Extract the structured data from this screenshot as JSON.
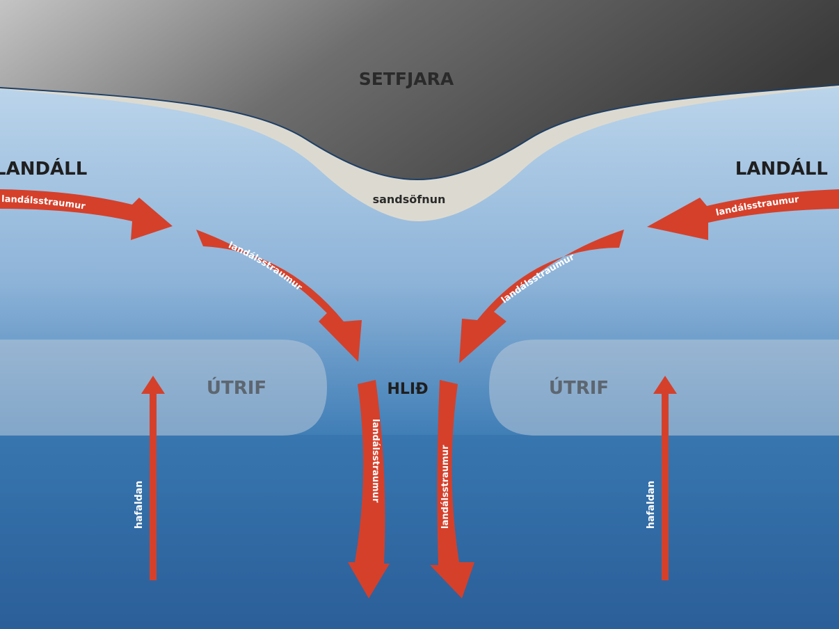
{
  "labels": {
    "beach": "SETFJARA",
    "sand": "sandsöfnun",
    "longshore_left": "LANDÁLL",
    "longshore_right": "LANDÁLL",
    "bar_left": "ÚTRIF",
    "bar_right": "ÚTRIF",
    "gap": "HLIÐ"
  },
  "arrows": {
    "current_top_left": "landálsstraumur",
    "current_top_right": "landálsstraumur",
    "current_diag_left": "landálsstraumur",
    "current_diag_right": "landálsstraumur",
    "current_down_left": "landálsstraumur",
    "current_down_right": "landálsstraumur",
    "wave_left": "hafaldan",
    "wave_right": "hafaldan"
  },
  "colors": {
    "beach_light": "#b3b3b3",
    "beach_dark": "#3a3a3a",
    "sand": "#dcdad0",
    "water_shallow": "#cfe3f3",
    "water_mid": "#7fa8cf",
    "water_deep": "#2a5994",
    "bar": "#9fb7cc",
    "arrow": "#d5402b"
  }
}
